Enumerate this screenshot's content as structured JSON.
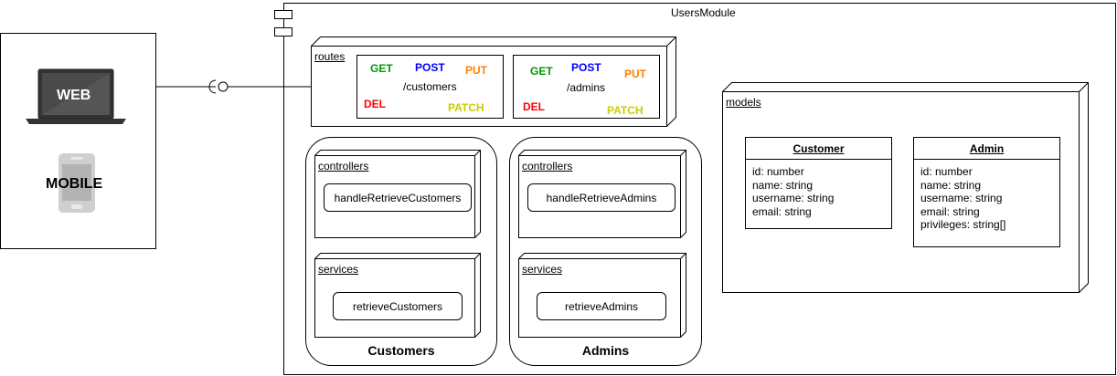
{
  "module": {
    "title": "UsersModule"
  },
  "clients": {
    "web_label": "WEB",
    "mobile_label": "MOBILE"
  },
  "routes": {
    "label": "routes",
    "customers": {
      "path": "/customers",
      "get": "GET",
      "post": "POST",
      "put": "PUT",
      "del": "DEL",
      "patch": "PATCH"
    },
    "admins": {
      "path": "/admins",
      "get": "GET",
      "post": "POST",
      "put": "PUT",
      "del": "DEL",
      "patch": "PATCH"
    }
  },
  "customers_group": {
    "title": "Customers",
    "controllers_label": "controllers",
    "controller_fn": "handleRetrieveCustomers",
    "services_label": "services",
    "service_fn": "retrieveCustomers"
  },
  "admins_group": {
    "title": "Admins",
    "controllers_label": "controllers",
    "controller_fn": "handleRetrieveAdmins",
    "services_label": "services",
    "service_fn": "retrieveAdmins"
  },
  "models": {
    "label": "models",
    "customer": {
      "name": "Customer",
      "attributes": [
        "id: number",
        "name: string",
        "username: string",
        "email: string"
      ]
    },
    "admin": {
      "name": "Admin",
      "attributes": [
        "id: number",
        "name: string",
        "username: string",
        "email: string",
        "privileges: string[]"
      ]
    }
  },
  "colors": {
    "get": "#009900",
    "post": "#0000ff",
    "put": "#ff8000",
    "del": "#ff0000",
    "patch": "#cccc00",
    "device": "#333333",
    "phone": "#cccccc"
  }
}
